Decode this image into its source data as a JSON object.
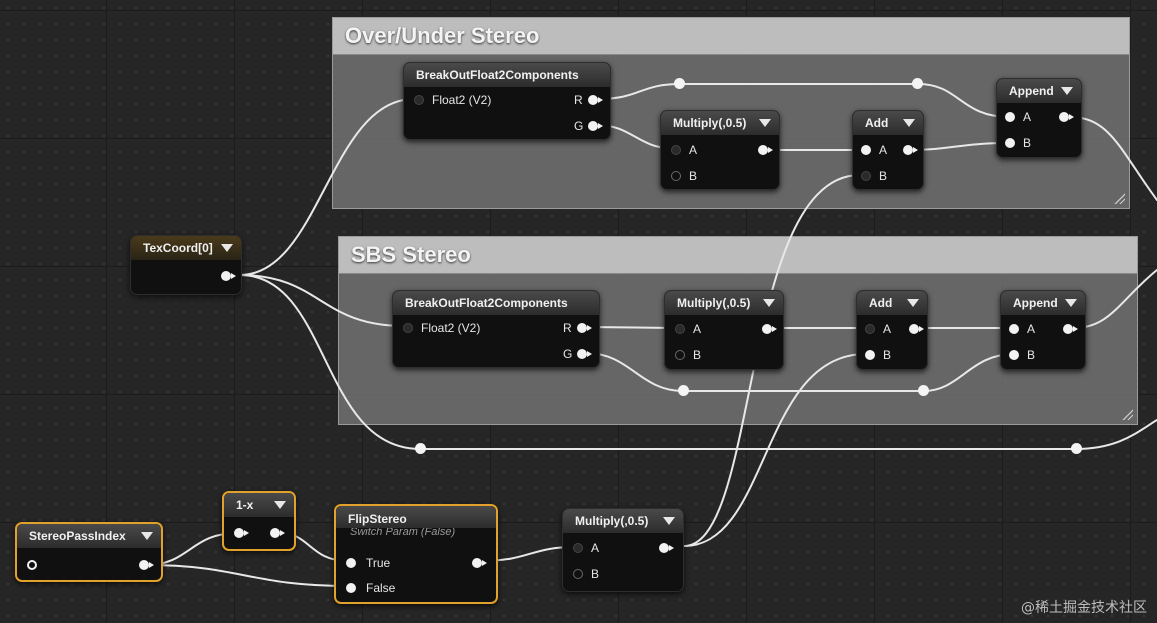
{
  "comments": {
    "over_under": "Over/Under Stereo",
    "sbs": "SBS Stereo"
  },
  "nodes": {
    "texcoord": {
      "title": "TexCoord[0]"
    },
    "breakout1": {
      "title": "BreakOutFloat2Components",
      "input": "Float2 (V2)",
      "out_r": "R",
      "out_g": "G"
    },
    "breakout2": {
      "title": "BreakOutFloat2Components",
      "input": "Float2 (V2)",
      "out_r": "R",
      "out_g": "G"
    },
    "multiply1": {
      "title": "Multiply(,0.5)",
      "a": "A",
      "b": "B"
    },
    "multiply2": {
      "title": "Multiply(,0.5)",
      "a": "A",
      "b": "B"
    },
    "multiply3": {
      "title": "Multiply(,0.5)",
      "a": "A",
      "b": "B"
    },
    "add1": {
      "title": "Add",
      "a": "A",
      "b": "B"
    },
    "add2": {
      "title": "Add",
      "a": "A",
      "b": "B"
    },
    "append1": {
      "title": "Append",
      "a": "A",
      "b": "B"
    },
    "append2": {
      "title": "Append",
      "a": "A",
      "b": "B"
    },
    "stereopass": {
      "title": "StereoPassIndex"
    },
    "oneminus": {
      "title": "1-x"
    },
    "flipstereo": {
      "title": "FlipStereo",
      "subtitle": "Switch Param (False)",
      "true_label": "True",
      "false_label": "False"
    }
  },
  "watermark": "@稀土掘金技术社区",
  "colors": {
    "selection": "#e0a22a",
    "wire": "#e8e8e8",
    "comment_bar": "#bdbdbd"
  }
}
